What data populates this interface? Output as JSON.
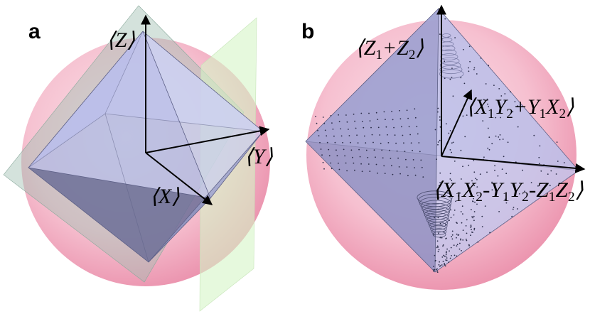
{
  "panels": [
    {
      "label": "a",
      "axes": {
        "z": "⟨Z⟩",
        "y": "⟨Y⟩",
        "x": "⟨X⟩"
      }
    },
    {
      "label": "b",
      "axes": {
        "z": {
          "pre": "⟨Z",
          "s1": "1",
          "mid": "+Z",
          "s2": "2",
          "post": "⟩"
        },
        "y": {
          "pre": "⟨X",
          "s1": "1",
          "mid1": "Y",
          "s2": "2",
          "mid2": "+Y",
          "s3": "1",
          "mid3": "X",
          "s4": "2",
          "post": "⟩"
        },
        "x": {
          "pre": "⟨X",
          "s1": "1",
          "mid1": "X",
          "s2": "2",
          "mid2": "-Y",
          "s3": "1",
          "mid3": "Y",
          "s4": "2",
          "mid4": "-Z",
          "s5": "1",
          "mid5": "Z",
          "s6": "2",
          "post": "⟩"
        }
      }
    }
  ],
  "colors": {
    "sphere": "#f3b7c8",
    "octahedron": "#a9aede",
    "tetrahedron": "#9da1d2",
    "planes": "#9fbfb1",
    "yplane": "#d5f5c6"
  }
}
